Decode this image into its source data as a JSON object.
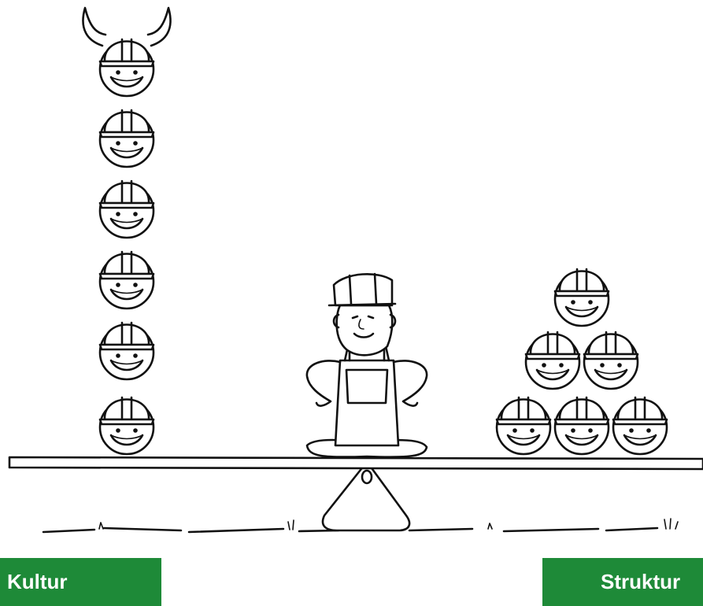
{
  "labels": {
    "left": "Kultur",
    "right": "Struktur"
  },
  "colors": {
    "label_background": "#1e8a38",
    "label_text": "#ffffff",
    "ink": "#111111",
    "background": "#ffffff"
  },
  "illustration": {
    "left_stack": {
      "figure": "smiley-helmet",
      "count": 6,
      "top_has_viking_horns": true
    },
    "pyramid": {
      "figure": "smiley-helmet",
      "rows": [
        1,
        2,
        3
      ]
    },
    "center_figure": "worker-sitting-on-seesaw"
  }
}
